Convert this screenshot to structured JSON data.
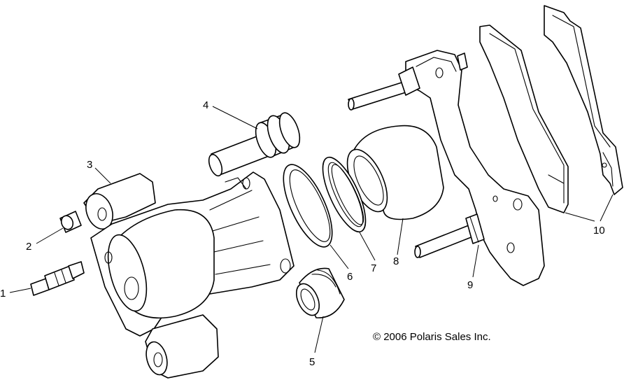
{
  "diagram": {
    "callouts": [
      {
        "id": "1",
        "text": "1"
      },
      {
        "id": "2",
        "text": "2"
      },
      {
        "id": "3",
        "text": "3"
      },
      {
        "id": "4",
        "text": "4"
      },
      {
        "id": "5",
        "text": "5"
      },
      {
        "id": "6",
        "text": "6"
      },
      {
        "id": "7",
        "text": "7"
      },
      {
        "id": "8",
        "text": "8"
      },
      {
        "id": "9",
        "text": "9"
      },
      {
        "id": "10",
        "text": "10"
      }
    ],
    "copyright": "© 2006 Polaris Sales Inc."
  }
}
